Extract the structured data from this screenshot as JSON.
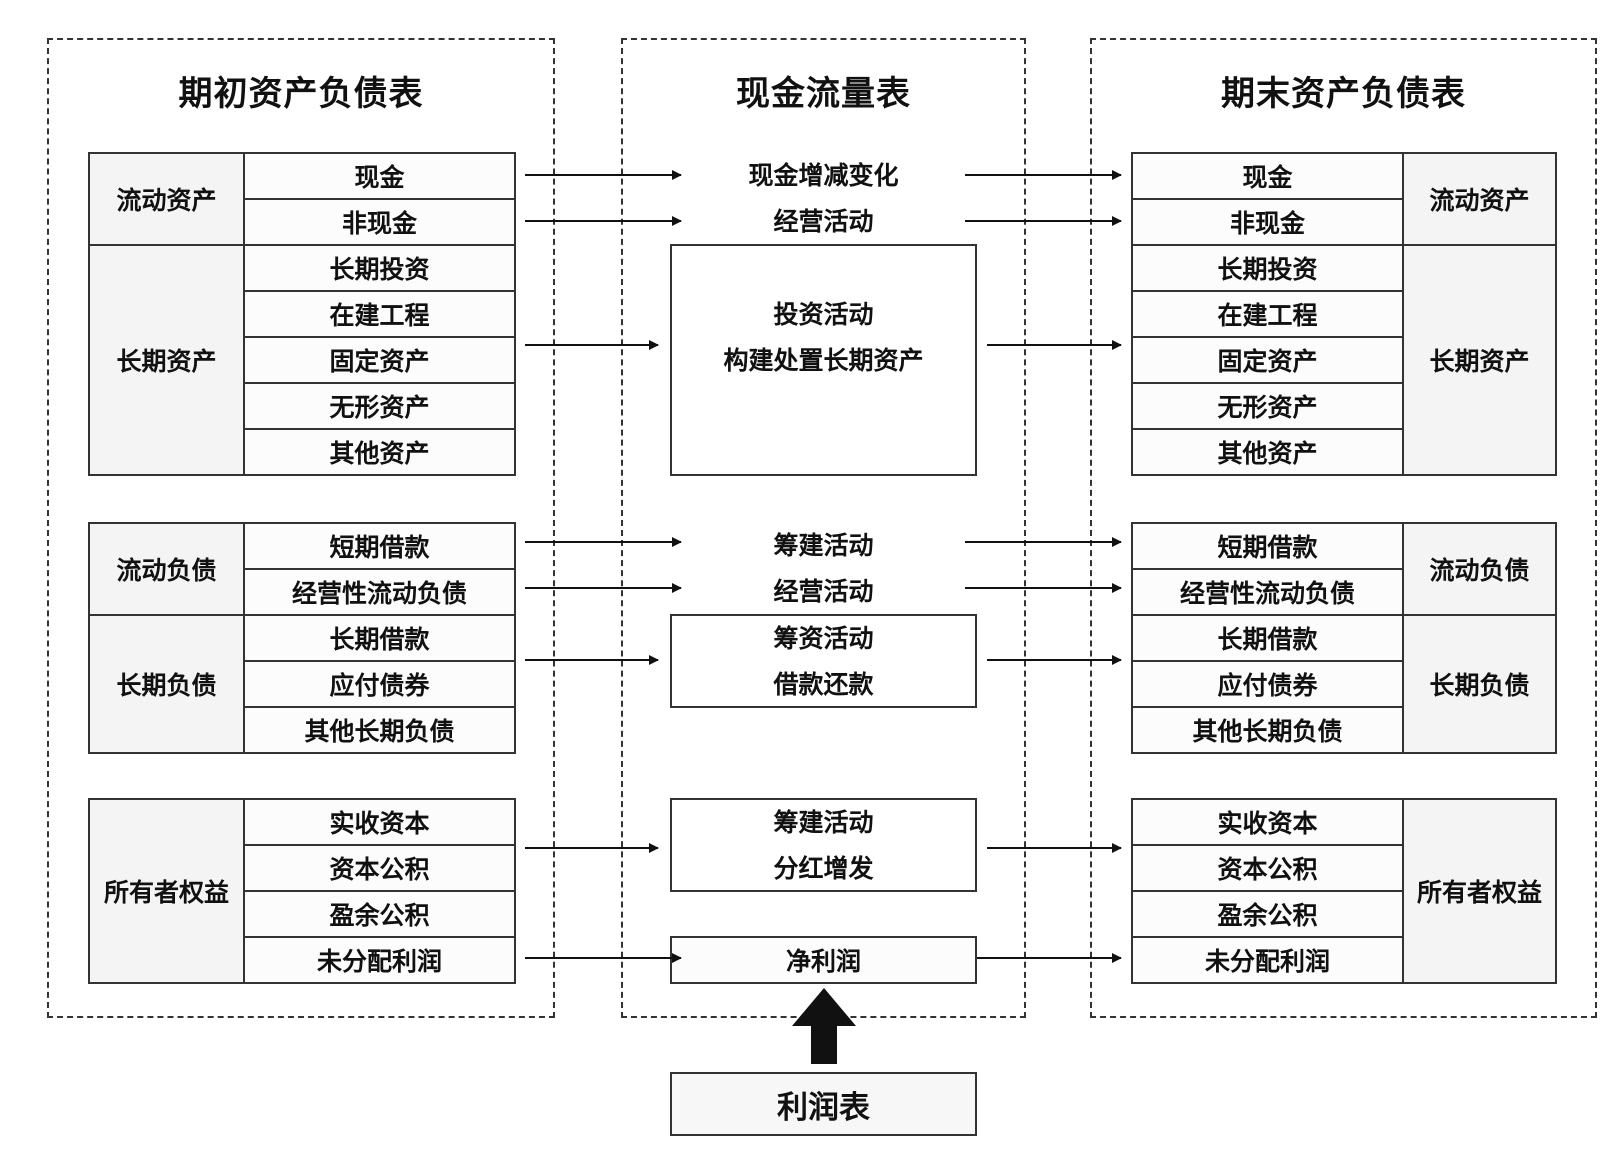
{
  "left_panel": {
    "title": "期初资产负债表",
    "current_assets": {
      "category": "流动资产",
      "items": [
        "现金",
        "非现金"
      ]
    },
    "long_term_assets": {
      "category": "长期资产",
      "items": [
        "长期投资",
        "在建工程",
        "固定资产",
        "无形资产",
        "其他资产"
      ]
    },
    "current_liabilities": {
      "category": "流动负债",
      "items": [
        "短期借款",
        "经营性流动负债"
      ]
    },
    "long_term_liabilities": {
      "category": "长期负债",
      "items": [
        "长期借款",
        "应付债券",
        "其他长期负债"
      ]
    },
    "equity": {
      "category": "所有者权益",
      "items": [
        "实收资本",
        "资本公积",
        "盈余公积",
        "未分配利润"
      ]
    }
  },
  "middle_panel": {
    "title": "现金流量表",
    "cash_change": "现金增减变化",
    "operating_1": "经营活动",
    "investing": [
      "投资活动",
      "构建处置长期资产"
    ],
    "financing_1": "筹建活动",
    "operating_2": "经营活动",
    "financing_loans": [
      "筹资活动",
      "借款还款"
    ],
    "financing_dividends": [
      "筹建活动",
      "分红增发"
    ],
    "net_profit": "净利润"
  },
  "right_panel": {
    "title": "期末资产负债表",
    "current_assets": {
      "category": "流动资产",
      "items": [
        "现金",
        "非现金"
      ]
    },
    "long_term_assets": {
      "category": "长期资产",
      "items": [
        "长期投资",
        "在建工程",
        "固定资产",
        "无形资产",
        "其他资产"
      ]
    },
    "current_liabilities": {
      "category": "流动负债",
      "items": [
        "短期借款",
        "经营性流动负债"
      ]
    },
    "long_term_liabilities": {
      "category": "长期负债",
      "items": [
        "长期借款",
        "应付债券",
        "其他长期负债"
      ]
    },
    "equity": {
      "category": "所有者权益",
      "items": [
        "实收资本",
        "资本公积",
        "盈余公积",
        "未分配利润"
      ]
    }
  },
  "income_statement": "利润表"
}
